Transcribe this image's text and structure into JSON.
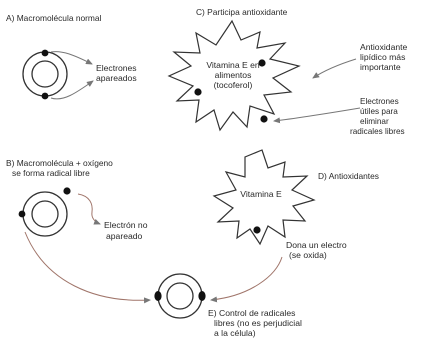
{
  "panels": {
    "a": {
      "title": "A) Macromolécula normal",
      "callout_line1": "Electrones",
      "callout_line2": "apareados"
    },
    "b": {
      "title_line1": "B) Macromolécula + oxígeno",
      "title_line2": "se forma radical libre",
      "callout_line1": "Electrón no",
      "callout_line2": "apareado"
    },
    "c": {
      "title": "C) Participa antioxidante",
      "star_line1": "Vitamina E en",
      "star_line2": "alimentos",
      "star_line3": "(tocoferol)",
      "callout1_line1": "Antioxidante",
      "callout1_line2": "lipídico más",
      "callout1_line3": "importante",
      "callout2_line1": "Electrones",
      "callout2_line2": "útiles para",
      "callout2_line3": "eliminar",
      "callout2_line4": "radicales libres"
    },
    "d": {
      "title": "D) Antioxidantes",
      "star_label": "Vitamina E",
      "callout_line1": "Dona un electro",
      "callout_line2": "(se oxida)"
    },
    "e": {
      "title_line1": "E) Control de radicales",
      "title_line2": "libres (no es perjudicial",
      "title_line3": "a la célula)"
    }
  }
}
